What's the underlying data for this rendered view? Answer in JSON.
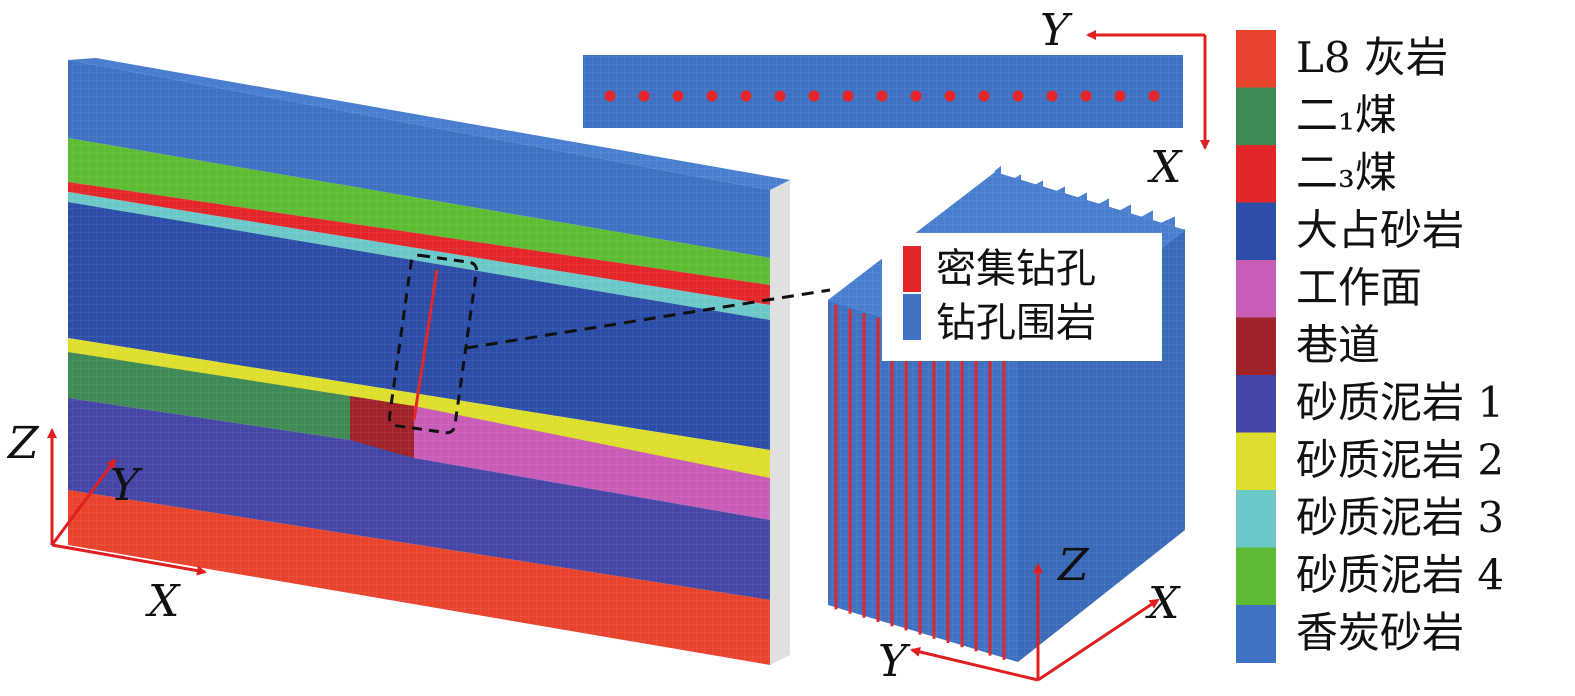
{
  "legend": {
    "items": [
      {
        "label": "L8 灰岩",
        "color": "#e8432d"
      },
      {
        "label": "二₁煤",
        "color": "#3f8a57"
      },
      {
        "label": "二₃煤",
        "color": "#e3262a"
      },
      {
        "label": "大占砂岩",
        "color": "#2c4ea6"
      },
      {
        "label": "工作面",
        "color": "#c85cb6"
      },
      {
        "label": "巷道",
        "color": "#a0232a"
      },
      {
        "label": "砂质泥岩 1",
        "color": "#4646a6"
      },
      {
        "label": "砂质泥岩 2",
        "color": "#dede2e"
      },
      {
        "label": "砂质泥岩 3",
        "color": "#6cc8c8"
      },
      {
        "label": "砂质泥岩 4",
        "color": "#5dbb34"
      },
      {
        "label": "香炭砂岩",
        "color": "#3f72c3"
      }
    ]
  },
  "callout": {
    "items": [
      {
        "label": "密集钻孔",
        "color": "#e3262a"
      },
      {
        "label": "钻孔围岩",
        "color": "#3f72c3"
      }
    ]
  },
  "axes": {
    "main": {
      "z": "Z",
      "y": "Y",
      "x": "X"
    },
    "top": {
      "y": "Y",
      "x": "X"
    },
    "detail": {
      "z": "Z",
      "y": "Y",
      "x": "X"
    }
  },
  "colors": {
    "axis_arrow": "#e02020",
    "borehole": "#e3262a",
    "dashed": "#111111",
    "top_face_light": "#4a7fcf",
    "side_shade": "#35389a"
  }
}
